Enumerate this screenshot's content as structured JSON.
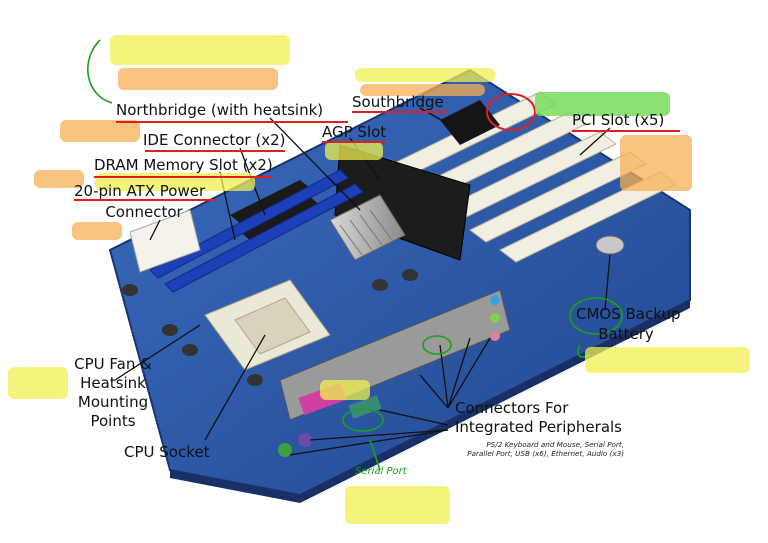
{
  "labels": {
    "northbridge": "Northbridge (with heatsink)",
    "southbridge": "Southbridge",
    "agp_slot": "AGP Slot",
    "ide_connector": "IDE Connector (x2)",
    "dram_slot": "DRAM Memory Slot (x2)",
    "atx_power_line1": "20-pin ATX Power",
    "atx_power_line2": "Connector",
    "pci_slot": "PCI Slot (x5)",
    "cmos_line1": "CMOS Backup",
    "cmos_line2": "Battery",
    "cpu_fan_line1": "CPU Fan &",
    "cpu_fan_line2": "Heatsink",
    "cpu_fan_line3": "Mounting",
    "cpu_fan_line4": "Points",
    "cpu_socket": "CPU Socket",
    "connectors_line1": "Connectors For",
    "connectors_line2": "Integrated Peripherals",
    "peripherals_line1": "PS/2 Keyboard and Mouse, Serial Port,",
    "peripherals_line2": "Parallel Port, USB (x6), Ethernet, Audio (x3)",
    "serial_port_hand": "Serial Port"
  },
  "colors": {
    "board": "#2a56a4",
    "label_text": "#111111",
    "annotation_red": "#e02020",
    "annotation_green": "#1aa01a",
    "highlight_yellow": "#f0f050",
    "highlight_orange": "#f6b054"
  }
}
